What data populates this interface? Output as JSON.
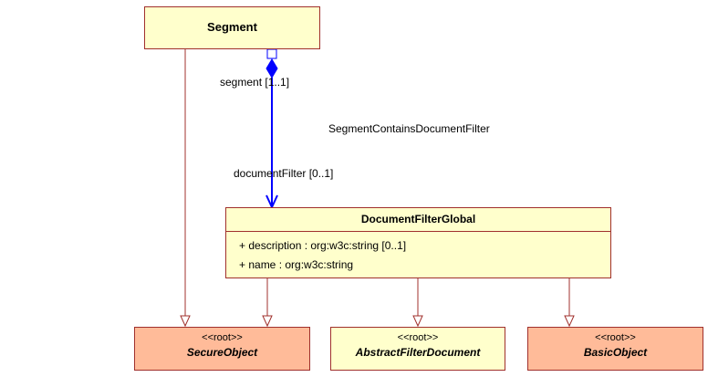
{
  "classes": {
    "segment": {
      "name": "Segment"
    },
    "document_filter_global": {
      "name": "DocumentFilterGlobal",
      "attributes": [
        "+ description : org:w3c:string [0..1]",
        "+ name : org:w3c:string"
      ]
    },
    "secure_object": {
      "stereotype": "<<root>>",
      "name": "SecureObject"
    },
    "abstract_filter_document": {
      "stereotype": "<<root>>",
      "name": "AbstractFilterDocument"
    },
    "basic_object": {
      "stereotype": "<<root>>",
      "name": "BasicObject"
    }
  },
  "association": {
    "name": "SegmentContainsDocumentFilter",
    "source_role": "segment [1..1]",
    "target_role": "documentFilter [0..1]"
  },
  "colors": {
    "class_fill": "#ffffcc",
    "root_fill": "#ffbb99",
    "border": "#a0302c",
    "association_line": "#0000ff"
  }
}
